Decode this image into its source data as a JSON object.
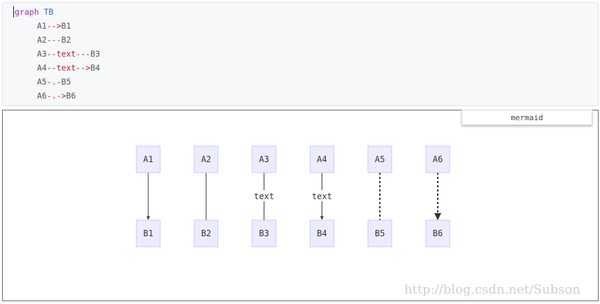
{
  "editor": {
    "line1_kw": "graph",
    "line1_dir": "TB",
    "lines": [
      {
        "from": "A1",
        "link": "-->",
        "label": "",
        "link_end": "",
        "to": "B1"
      },
      {
        "from": "A2",
        "link": "---",
        "label": "",
        "link_end": "",
        "to": "B2"
      },
      {
        "from": "A3",
        "link": "--",
        "label": "text",
        "link_end": "---",
        "to": "B3"
      },
      {
        "from": "A4",
        "link": "--",
        "label": "text",
        "link_end": "-->",
        "to": "B4"
      },
      {
        "from": "A5",
        "link": "-.-",
        "label": "",
        "link_end": "",
        "to": "B5"
      },
      {
        "from": "A6",
        "link": "-.->",
        "label": "",
        "link_end": "",
        "to": "B6"
      }
    ]
  },
  "preview": {
    "language_tag": "mermaid"
  },
  "diagram": {
    "top_nodes": [
      "A1",
      "A2",
      "A3",
      "A4",
      "A5",
      "A6"
    ],
    "bottom_nodes": [
      "B1",
      "B2",
      "B3",
      "B4",
      "B5",
      "B6"
    ],
    "edges": [
      {
        "style": "solid",
        "arrow": true,
        "label": ""
      },
      {
        "style": "solid",
        "arrow": false,
        "label": ""
      },
      {
        "style": "solid",
        "arrow": false,
        "label": "text"
      },
      {
        "style": "solid",
        "arrow": true,
        "label": "text"
      },
      {
        "style": "dotted",
        "arrow": false,
        "label": ""
      },
      {
        "style": "dotted",
        "arrow": true,
        "label": ""
      }
    ],
    "colors": {
      "node_fill": "#ececff",
      "node_stroke": "#c9c9ff",
      "edge": "#333333"
    }
  },
  "watermark": "http://blog.csdn.net/Subson"
}
